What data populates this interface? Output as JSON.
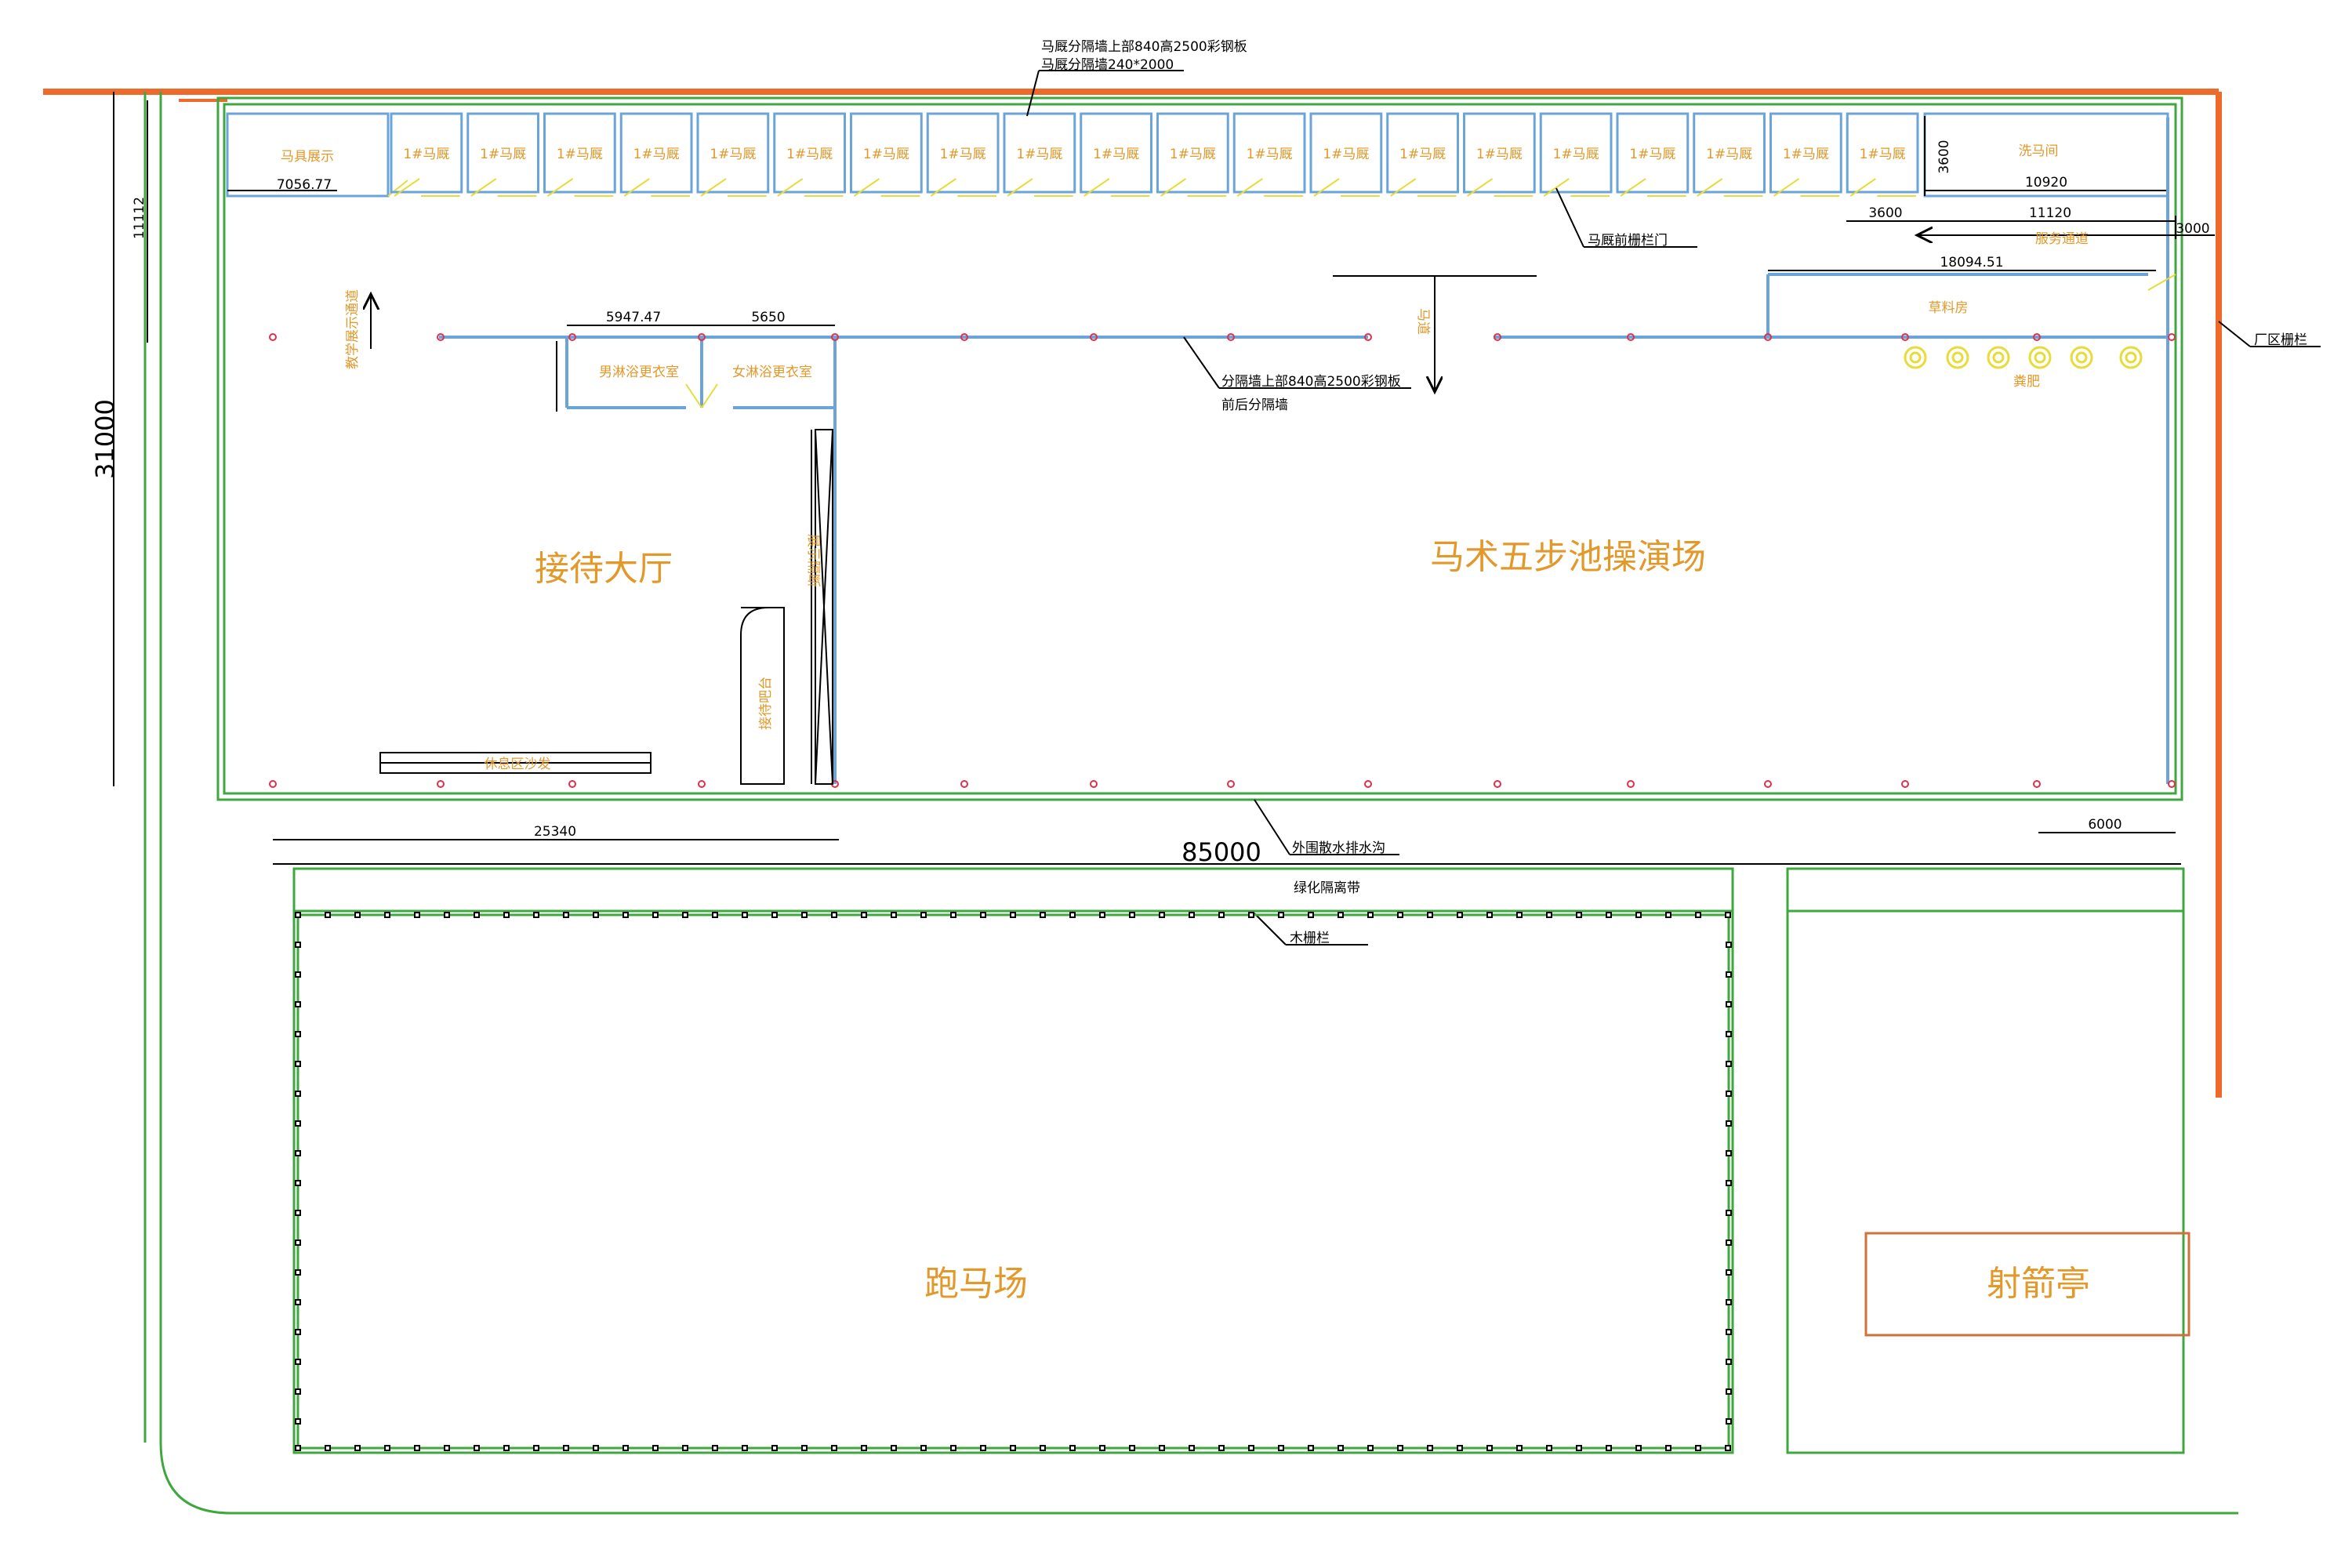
{
  "title": "",
  "areas": {
    "reception_hall": "接待大厅",
    "five_step_pool": "马术五步池操演场",
    "racecourse": "跑马场",
    "archery_pavilion": "射箭亭"
  },
  "rooms": {
    "tack_display": "马具展示",
    "stalls": [
      "1#马厩",
      "1#马厩",
      "1#马厩",
      "1#马厩",
      "1#马厩",
      "1#马厩",
      "1#马厩",
      "1#马厩",
      "1#马厩",
      "1#马厩",
      "1#马厩",
      "1#马厩",
      "1#马厩",
      "1#马厩",
      "1#马厩",
      "1#马厩",
      "1#马厩",
      "1#马厩",
      "1#马厩",
      "1#马厩"
    ],
    "horse_wash": "洗马间",
    "male_shower": "男淋浴更衣室",
    "female_shower": "女淋浴更衣室",
    "feed_room": "草料房",
    "manure": "粪肥",
    "reception_desk": "接待吧台",
    "rest_sofa": "休息区沙发",
    "display_wall": "展示隔断",
    "horse_walkway": "马道",
    "teaching_area": "教学展示通道",
    "service_aisle": "服务通道"
  },
  "annotations": {
    "stall_wall_top": "马厩分隔墙上部840高2500彩钢板",
    "stall_wall_size": "马厩分隔墙240*2000",
    "stall_front_door": "马厩前栅栏门",
    "divider_wall": "分隔墙上部840高2500彩钢板",
    "front_back_divider": "前后分隔墙",
    "drainage": "外围散水排水沟",
    "green_belt": "绿化隔离带",
    "wood_fence": "木栅栏",
    "factory_fence": "厂区栅栏"
  },
  "dimensions": {
    "overall_width": "85000",
    "overall_height": "31000",
    "stall_depth": "11112",
    "tack_width": "7056.77",
    "stall_row_depth": "3600",
    "wash_width": "10920",
    "aisle_w1": "3600",
    "aisle_w2": "11120",
    "aisle_w3": "3000",
    "feed_width": "18094.51",
    "male_room": "5947.47",
    "female_room": "5650",
    "hall_width": "25340",
    "right_bay": "6000"
  },
  "colors": {
    "fence_orange": "#ee6a2a",
    "green_line": "#3ea83e",
    "blue_wall": "#6ba4d8",
    "label_orange": "#e3982a",
    "door_yellow": "#e6dc3a",
    "column_red": "#e0304a"
  }
}
